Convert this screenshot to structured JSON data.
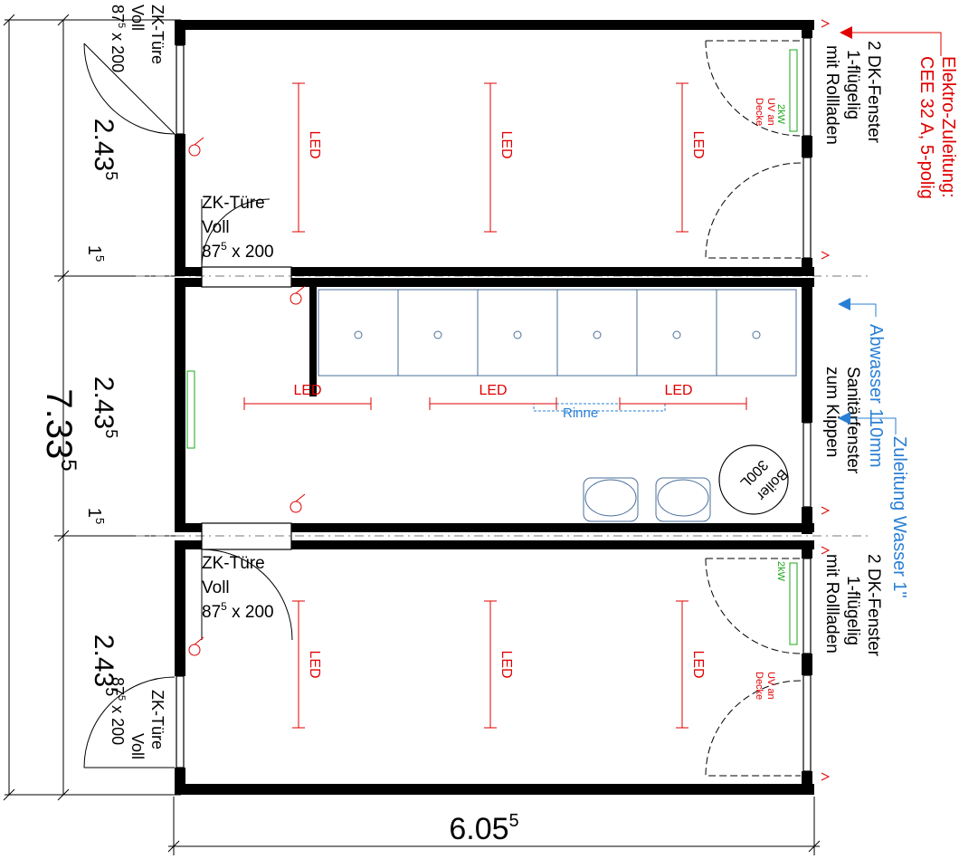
{
  "dimensions": {
    "total_height": "7.33",
    "total_height_sup": "5",
    "total_width": "6.05",
    "total_width_sup": "5",
    "module_a": "2.43",
    "module_a_sup": "5",
    "module_b": "2.43",
    "module_b_sup": "5",
    "module_c": "2.43",
    "module_c_sup": "5",
    "gap_1": "1",
    "gap_1_sup": "5",
    "gap_2": "1",
    "gap_2_sup": "5"
  },
  "doors": {
    "label": "ZK-Türe",
    "type": "Voll",
    "size_pre": "87",
    "size_sup": "5",
    "size_post": " x 200"
  },
  "windows": {
    "line1": "2 DK-Fenster",
    "line2": "1-flügelig",
    "line3": "mit Rollladen",
    "sanitary_line1": "Sanitärfenster",
    "sanitary_line2": "zum Kippen"
  },
  "fixtures": {
    "led": "LED",
    "rinne": "Rinne",
    "boiler_line1": "Boiler",
    "boiler_line2": "300L",
    "heater": "2kW",
    "uv_line1": "UV an",
    "uv_line2": "Decke"
  },
  "supply": {
    "power_line1": "Elektro-Zuleitung:",
    "power_line2": "CEE 32 A, 5-polig",
    "waste_water": "Abwasser 110mm",
    "water_supply": "Zuleitung Wasser 1\""
  },
  "colors": {
    "wall": "#000000",
    "electric": "#e00000",
    "water": "#2a7fd4",
    "heater": "#1aa81a"
  }
}
